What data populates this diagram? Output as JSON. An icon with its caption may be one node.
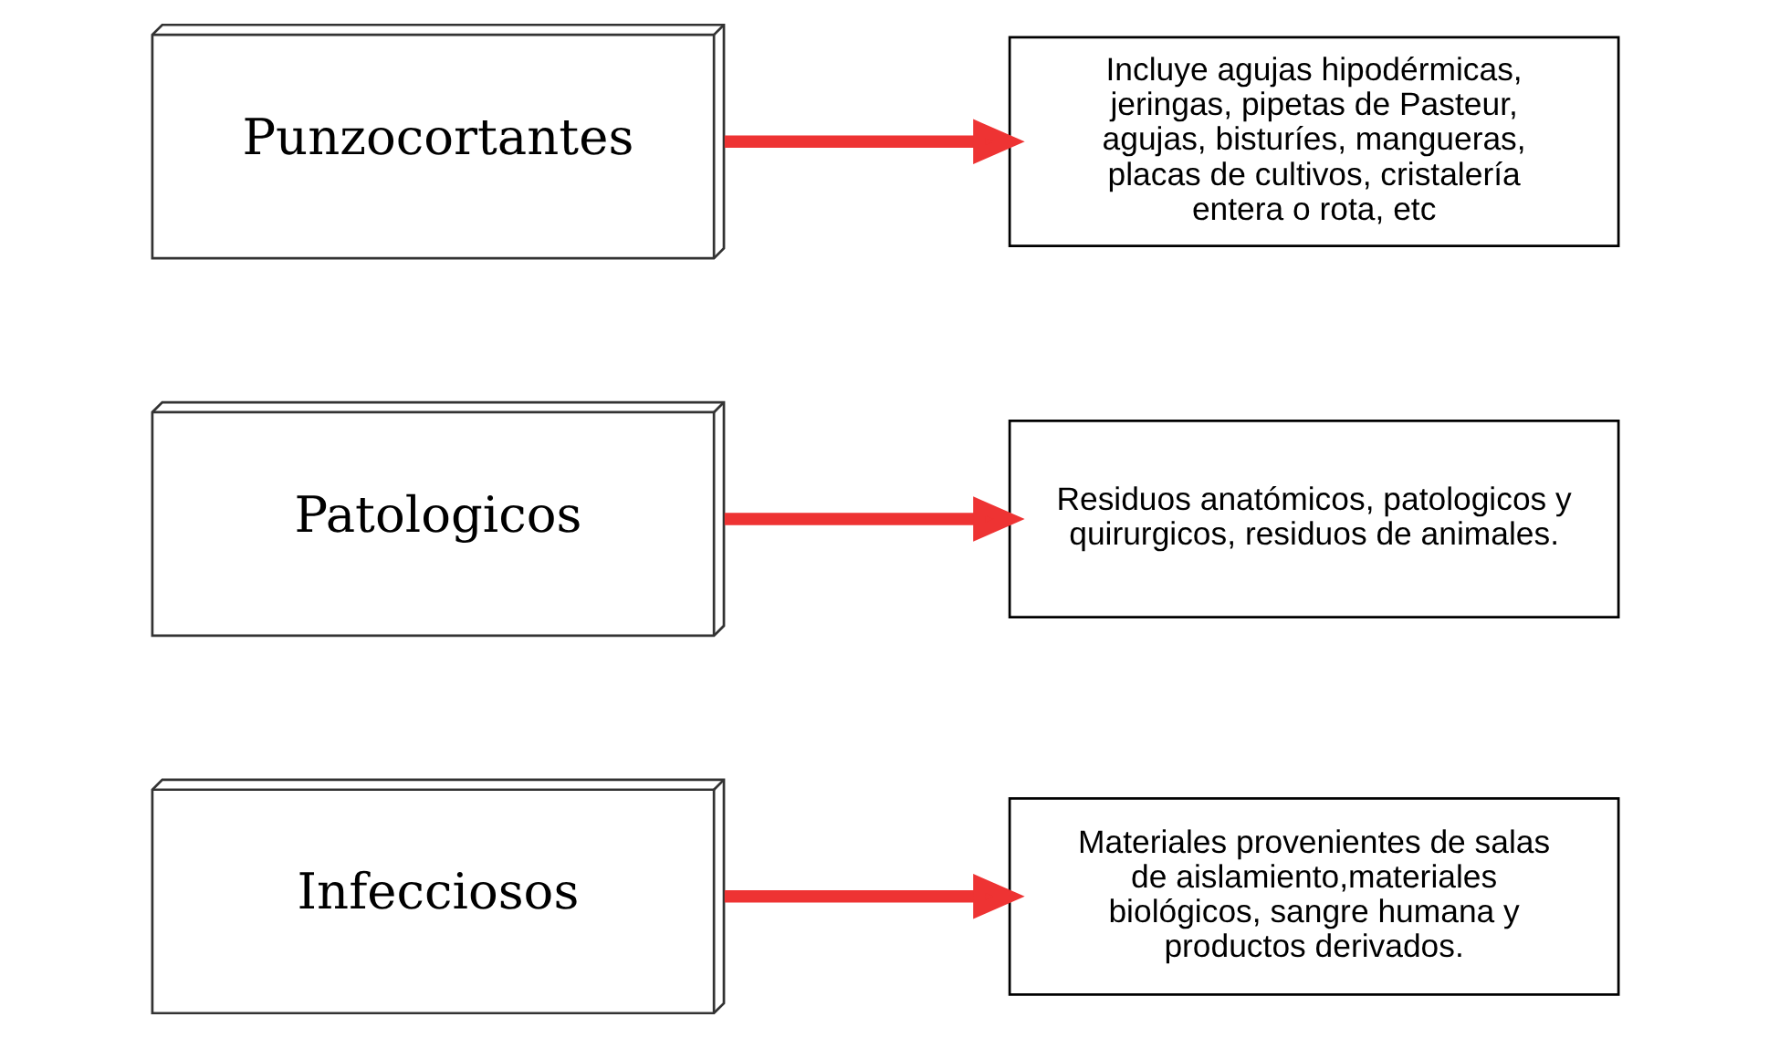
{
  "diagram": {
    "nodes": [
      {
        "text": [
          "Infecciosos"
        ]
      },
      {
        "text": [
          "Materiales provenientes de salas de aislamiento,materiales biológicos, sangre humana y productos derivados."
        ]
      },
      {
        "text": [
          "Patologicos"
        ]
      },
      {
        "text": [
          "Residuos anatómicos, patologicos y quirurgicos, residuos de animales."
        ]
      },
      {
        "text": [
          "Punzocortantes"
        ]
      },
      {
        "text": [
          "Incluye agujas hipodérmicas, jeringas, pipetas de Pasteur, agujas, bisturíes, mangueras, placas de cultivos, cristalería entera o rota, etc"
        ]
      }
    ],
    "edges": [
      {
        "from": 0,
        "to": 1,
        "arrow": "to"
      },
      {
        "from": 2,
        "to": 3,
        "arrow": "to"
      },
      {
        "from": 4,
        "to": 5,
        "arrow": "to"
      }
    ]
  }
}
